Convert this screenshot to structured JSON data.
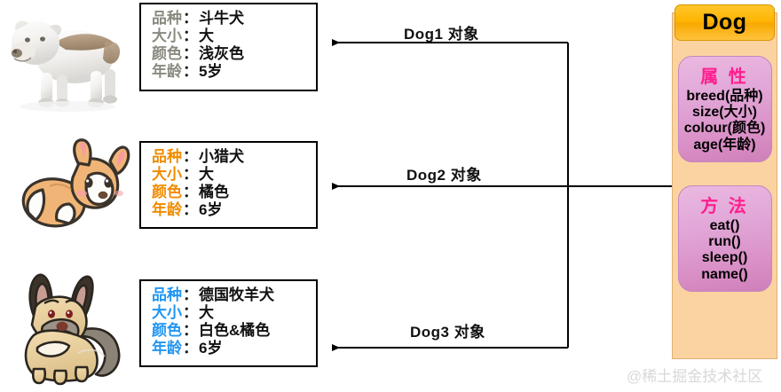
{
  "diagram": {
    "title_concept": "Dog class and its objects",
    "watermark": "@稀土掘金技术社区"
  },
  "objects": [
    {
      "id": "dog1",
      "image_name": "bulldog-photo",
      "label_color": "#8a8a80",
      "arrow_label": "Dog1  对象",
      "rows": [
        {
          "key": "品种",
          "sep": "：",
          "value": "斗牛犬"
        },
        {
          "key": "大小",
          "sep": "：",
          "value": "大"
        },
        {
          "key": "颜色",
          "sep": "：",
          "value": "浅灰色"
        },
        {
          "key": "年龄",
          "sep": "：",
          "value": "5岁"
        }
      ]
    },
    {
      "id": "dog2",
      "image_name": "corgi-illustration",
      "label_color": "#f08c00",
      "arrow_label": "Dog2 对象",
      "rows": [
        {
          "key": "品种",
          "sep": "：",
          "value": "小猎犬"
        },
        {
          "key": "大小",
          "sep": "：",
          "value": "大"
        },
        {
          "key": "颜色",
          "sep": "：",
          "value": "橘色"
        },
        {
          "key": "年龄",
          "sep": "：",
          "value": "6岁"
        }
      ]
    },
    {
      "id": "dog3",
      "image_name": "german-shepherd-illustration",
      "label_color": "#2196f3",
      "arrow_label": "Dog3 对象",
      "rows": [
        {
          "key": "品种",
          "sep": "：",
          "value": "德国牧羊犬"
        },
        {
          "key": "大小",
          "sep": "：",
          "value": "大"
        },
        {
          "key": "颜色",
          "sep": "：",
          "value": "白色&橘色"
        },
        {
          "key": "年龄",
          "sep": "：",
          "value": "6岁"
        }
      ]
    }
  ],
  "class_card": {
    "name": "Dog",
    "header_color": "#ffb400",
    "body_color": "#fbd3a0",
    "section_title_color": "#ff1e8e",
    "attributes": {
      "title": "属 性",
      "items": [
        "breed(品种)",
        "size(大小)",
        "colour(颜色)",
        "age(年龄)"
      ]
    },
    "methods": {
      "title": "方 法",
      "items": [
        "eat()",
        "run()",
        "sleep()",
        "name()"
      ]
    }
  }
}
